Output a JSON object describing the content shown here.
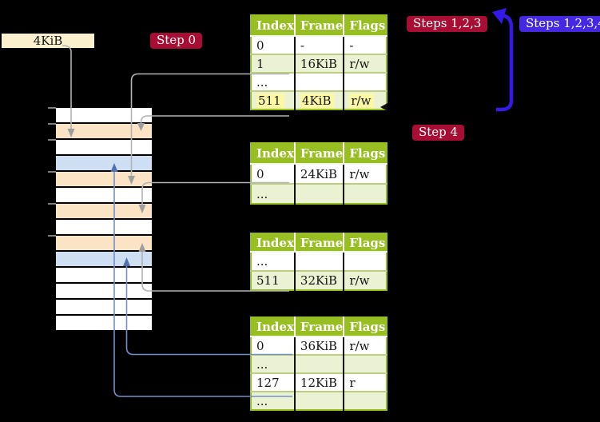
{
  "frame_box": {
    "label": "4KiB"
  },
  "badges": {
    "step0": "Step 0",
    "steps123": "Steps 1,2,3",
    "steps1234": "Steps 1,2,3,4",
    "step4": "Step 4"
  },
  "columns": [
    "Index",
    "Frame",
    "Flags"
  ],
  "tables": [
    {
      "name": "level-4-page-table",
      "rows": [
        {
          "cells": [
            "0",
            "-",
            "-"
          ],
          "highlight": false
        },
        {
          "cells": [
            "1",
            "16KiB",
            "r/w"
          ],
          "highlight": false
        },
        {
          "cells": [
            "...",
            "",
            ""
          ],
          "highlight": false
        },
        {
          "cells": [
            "511",
            "4KiB",
            "r/w"
          ],
          "highlight": true
        }
      ]
    },
    {
      "name": "level-3-page-table",
      "rows": [
        {
          "cells": [
            "0",
            "24KiB",
            "r/w"
          ],
          "highlight": false
        },
        {
          "cells": [
            "...",
            "",
            ""
          ],
          "highlight": false
        }
      ]
    },
    {
      "name": "level-2-page-table",
      "rows": [
        {
          "cells": [
            "...",
            "",
            ""
          ],
          "highlight": false
        },
        {
          "cells": [
            "511",
            "32KiB",
            "r/w"
          ],
          "highlight": false
        }
      ]
    },
    {
      "name": "level-1-page-table",
      "rows": [
        {
          "cells": [
            "0",
            "36KiB",
            "r/w"
          ],
          "highlight": false
        },
        {
          "cells": [
            "...",
            "",
            ""
          ],
          "highlight": false
        },
        {
          "cells": [
            "127",
            "12KiB",
            "r"
          ],
          "highlight": false
        },
        {
          "cells": [
            "...",
            "",
            ""
          ],
          "highlight": false
        }
      ]
    }
  ],
  "memory_rows": [
    "white",
    "orange",
    "white",
    "blue",
    "orange",
    "white",
    "orange",
    "white",
    "orange",
    "blue",
    "white",
    "white",
    "white",
    "white"
  ],
  "tick_y": [
    134,
    154,
    174,
    214,
    254,
    294
  ],
  "colors": {
    "table_header_green": "#98BF21",
    "table_stripe_green": "#EAF2D3",
    "memory_frame_orange": "#FBE3C6",
    "memory_frame_blue": "#CEDFF4",
    "frame_box_cream": "#FAF0CD",
    "badge_crimson": "#A80D33",
    "badge_blueviolet": "#4529E2",
    "loop_arrow_blue": "#3519E8",
    "connector_gray": "#B3B3B3",
    "connector_blue": "#7191C8",
    "highlight_yellow": "#FCF7A5"
  }
}
